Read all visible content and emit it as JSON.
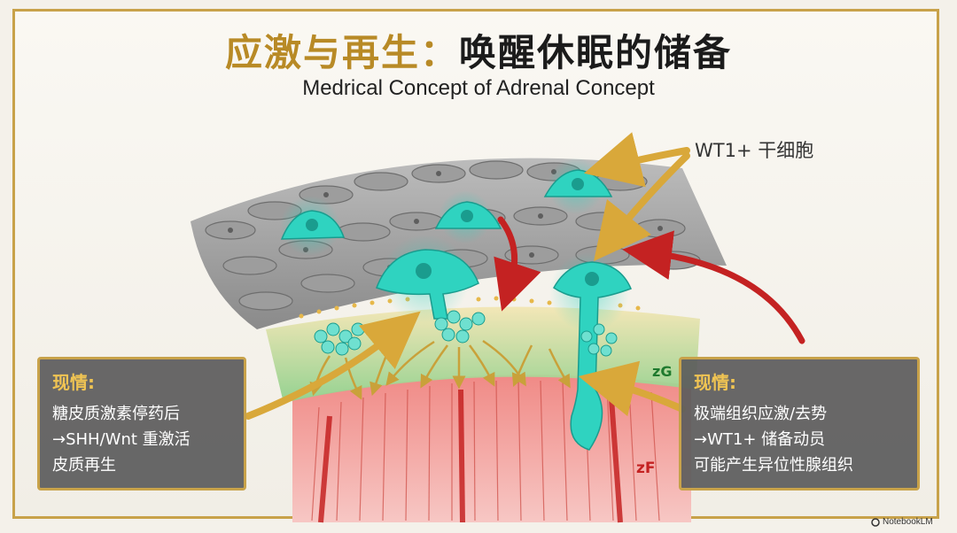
{
  "title": {
    "part1": "应激与再生：",
    "part2": "唤醒休眠的储备"
  },
  "subtitle": "Medrical Concept of Adrenal Concept",
  "labels": {
    "wt1": "WT1+ 干细胞",
    "zg": "zG",
    "zf": "zF"
  },
  "left_box": {
    "header": "现情:",
    "lines": [
      "糖皮质激素停药后",
      "→SHH/Wnt 重激活",
      "皮质再生"
    ]
  },
  "right_box": {
    "header": "现情:",
    "lines": [
      "极端组织应激/去势",
      "→WT1+ 储备动员",
      "可能产生异位性腺组织"
    ]
  },
  "watermark": "NotebookLM",
  "colors": {
    "accent": "#c8a24a",
    "stem_cell": "#2fd3c0",
    "red_arrow": "#c42222",
    "gold_arrow": "#d9a83a",
    "zg_green": "#1f7a2e"
  },
  "icons": [
    "notebooklm-logo-icon"
  ]
}
